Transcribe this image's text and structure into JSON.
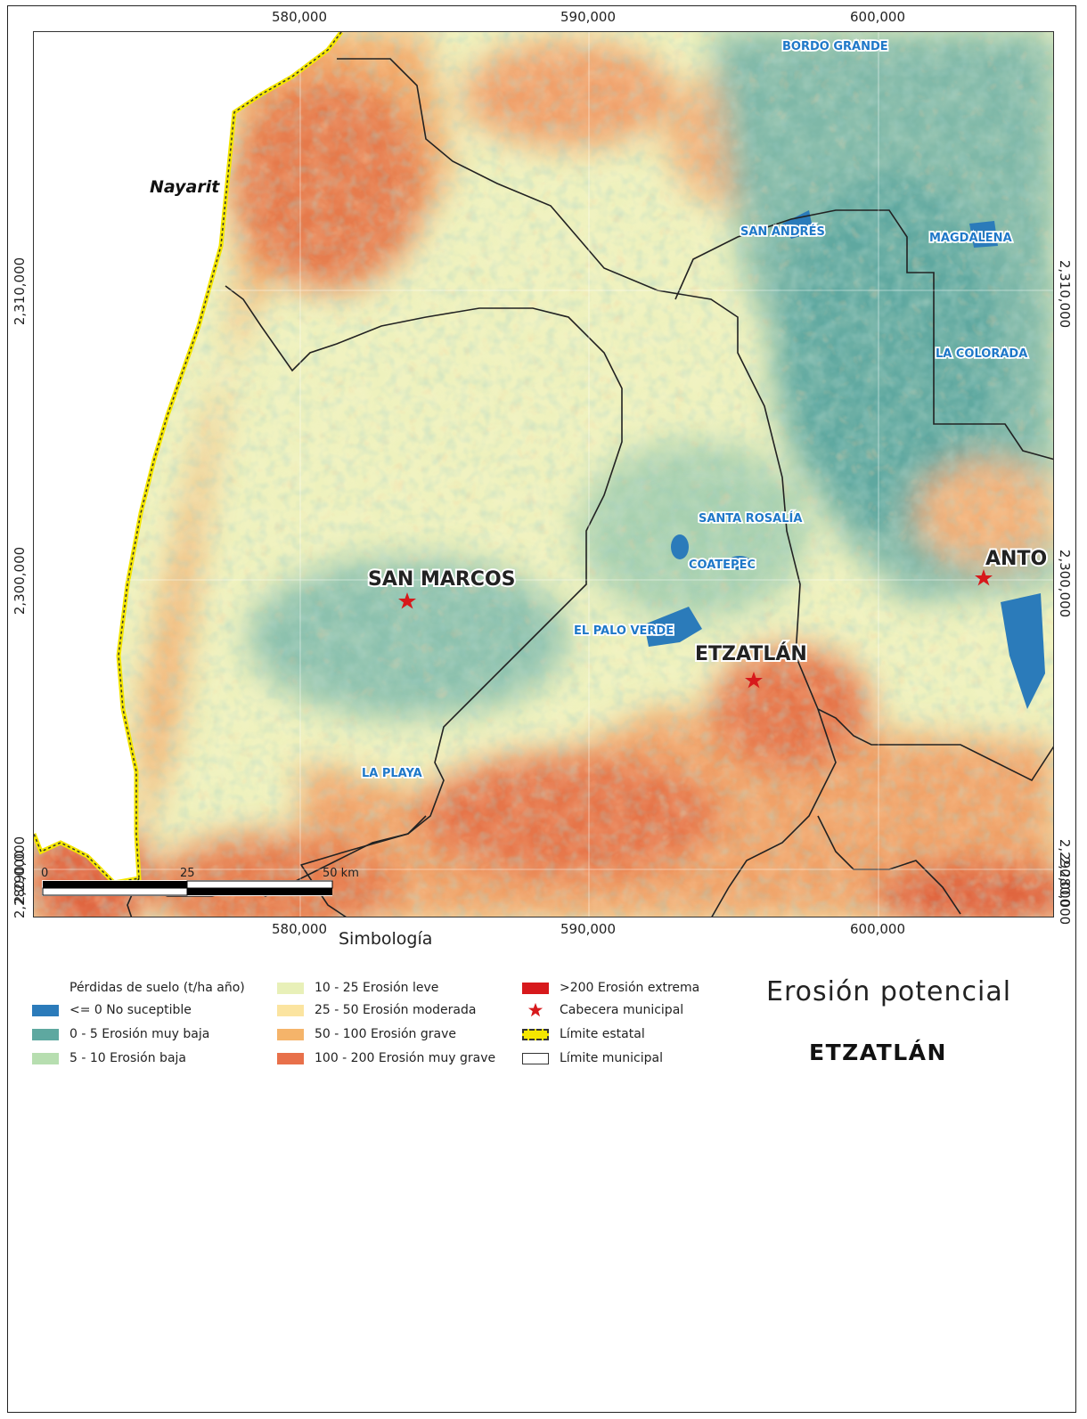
{
  "map": {
    "region_label": "Nayarit",
    "towns_major": [
      {
        "name": "SAN MARCOS"
      },
      {
        "name": "ETZATLÁN"
      },
      {
        "name": "ANTO"
      }
    ],
    "towns_minor": [
      {
        "name": "BORDO GRANDE"
      },
      {
        "name": "SAN ANDRÉS"
      },
      {
        "name": "MAGDALENA"
      },
      {
        "name": "SANTA ROSALÍA"
      },
      {
        "name": "COATEPEC"
      },
      {
        "name": "EL PALO VERDE"
      },
      {
        "name": "LA COLORADA"
      },
      {
        "name": "LA PLAYA"
      }
    ],
    "x_ticks": [
      "580,000",
      "590,000",
      "600,000"
    ],
    "y_ticks": [
      "2,310,000",
      "2,300,000",
      "2,290,000",
      "2,280,000"
    ],
    "scalebar": {
      "labels": [
        "0",
        "25",
        "50 km"
      ]
    }
  },
  "legend": {
    "title": "Simbología",
    "heading": "Pérdidas de suelo (t/ha año)",
    "classes": [
      {
        "label": "<= 0 No suceptible",
        "color": "#2b7bba"
      },
      {
        "label": "0 - 5 Erosión muy baja",
        "color": "#5ea8a0"
      },
      {
        "label": "5 - 10 Erosión baja",
        "color": "#b7deb0"
      },
      {
        "label": "10 - 25 Erosión leve",
        "color": "#e8f0b8"
      },
      {
        "label": "25 - 50 Erosión moderada",
        "color": "#fbe4a0"
      },
      {
        "label": "50 - 100 Erosión grave",
        "color": "#f5b46a"
      },
      {
        "label": "100 - 200 Erosión muy grave",
        "color": "#e8704a"
      },
      {
        "label": ">200 Erosión extrema",
        "color": "#d7191c"
      }
    ],
    "symbols": [
      {
        "label": "Cabecera municipal"
      },
      {
        "label": "Límite estatal"
      },
      {
        "label": "Límite municipal"
      }
    ]
  },
  "title": {
    "main": "Erosión potencial",
    "municipality": "ETZATLÁN"
  }
}
